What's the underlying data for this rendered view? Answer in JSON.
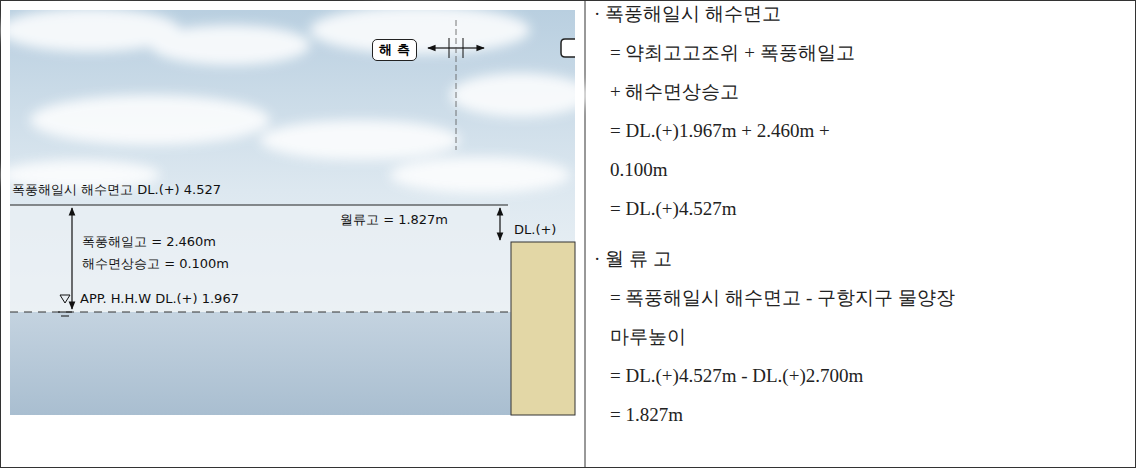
{
  "diagram": {
    "nodes": [
      {
        "text": [
          "해 측"
        ]
      }
    ],
    "labels": [
      "폭풍해일시 해수면고 DL.(+) 4.527",
      "월류고 = 1.827m",
      "DL.(+)",
      "폭풍해일고 = 2.460m",
      "해수면상승고 = 0.100m",
      "APP. H.H.W DL.(+) 1.967",
      "· 폭풍해일시 해수면고",
      "= 약최고고조위 + 폭풍해일고",
      "+ 해수면상승고",
      "= DL.(+)1.967m + 2.460m +",
      "0.100m",
      "= DL.(+)4.527m",
      "· 월 류 고",
      "= 폭풍해일시 해수면고 - 구항지구 물양장",
      "마루높이",
      "= DL.(+)4.527m - DL.(+)2.700m",
      "= 1.827m"
    ]
  }
}
